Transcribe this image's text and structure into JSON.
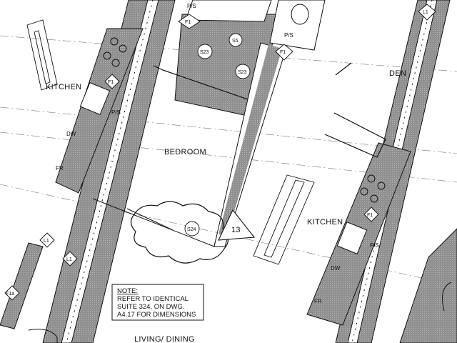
{
  "rooms": {
    "kitchen_left": "KITCHEN",
    "bedroom": "BEDROOM",
    "den": "DEN",
    "kitchen_right": "KITCHEN",
    "living_dining": "LIVING/ DINING"
  },
  "tags": {
    "ps_top": "P/S",
    "f1_top": "F1",
    "s5": "S5",
    "s23_a": "S23",
    "s23_b": "S23",
    "f1_mid": "F1",
    "ps_right": "P/S",
    "l1": "L1",
    "f1_kitchen_left": "F1",
    "ps_left": "P/S",
    "dw_left": "DW",
    "fr_left": "FR",
    "s24": "S24",
    "f1_kitchen_right": "F1",
    "ps_kitchen_right": "P/S",
    "dw_right": "DW",
    "fr_right": "FR",
    "f1a": "F1a",
    "l1_left": "L1",
    "l1_mid": "L1",
    "revision": "13"
  },
  "note": {
    "heading": "NOTE:",
    "line1": "REFER TO IDENTICAL",
    "line2": "SUITE 324, ON DWG.",
    "line3": "A4.17 FOR DIMENSIONS"
  },
  "colors": {
    "ink": "#111111",
    "hatch": "#8c8c8c",
    "paper": "#ffffff"
  }
}
